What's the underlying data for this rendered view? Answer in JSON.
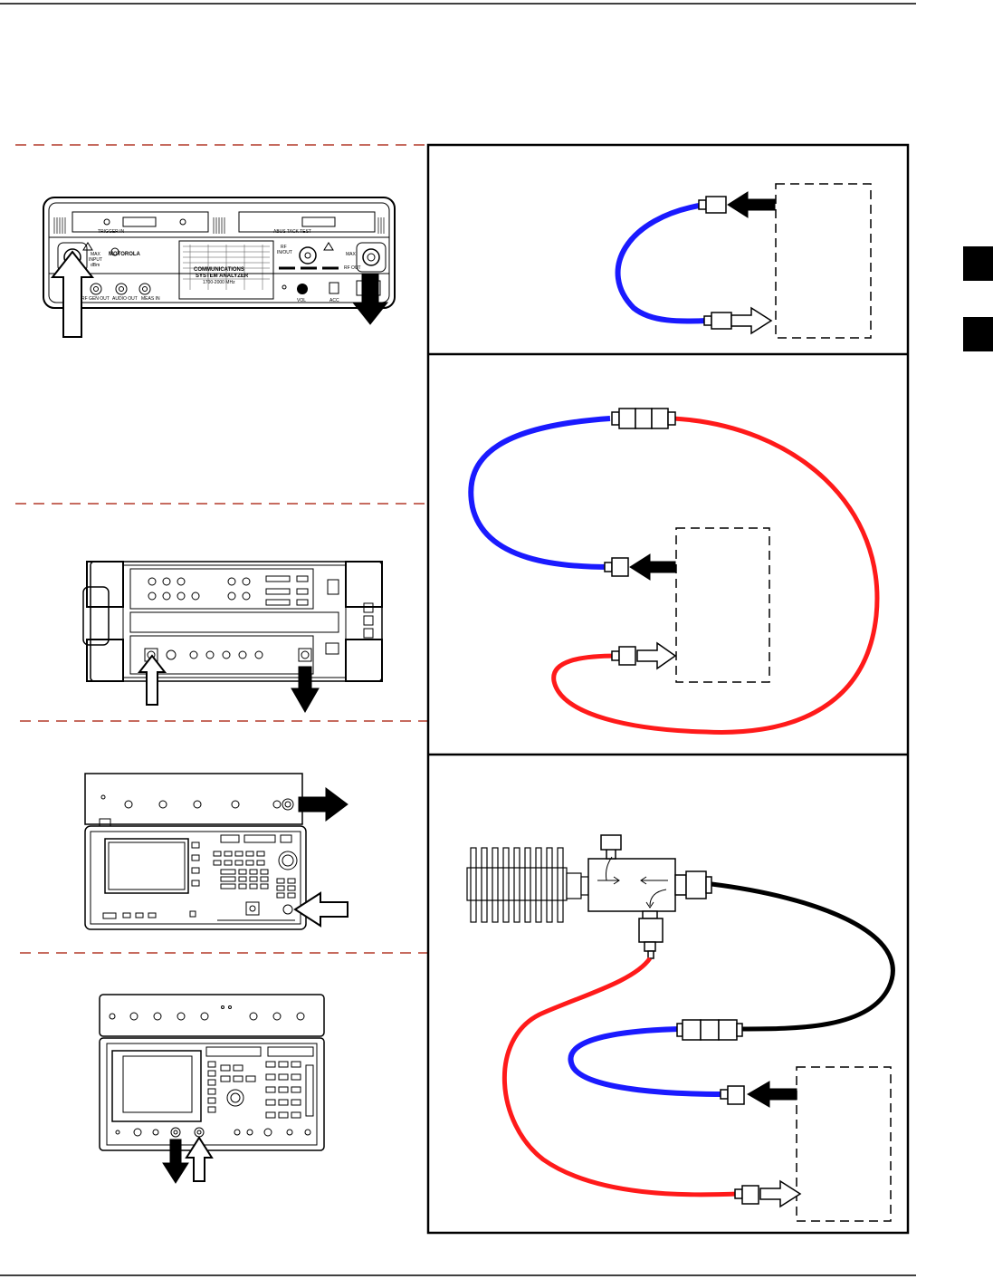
{
  "page": {
    "side_tabs": [
      {
        "id": "tab-upper",
        "label": ""
      },
      {
        "id": "tab-lower",
        "label": ""
      }
    ]
  },
  "instruments": {
    "cdma_analyzer": {
      "brand": "MOTOROLA",
      "model_text": "COMMUNICATIONS SYSTEM ANALYZER",
      "freq_range": "1700-2000 MHz",
      "labels": [
        "TRIGGER IN",
        "MAX INPUT dBm",
        "RF IN/OUT",
        "AUDIO OUT",
        "MEAS IN",
        "RF GEN OUT",
        "VOL",
        "ACC",
        "ABUS TACK TEST",
        "MAX INPUT",
        "RF OUT"
      ]
    }
  },
  "colors": {
    "cable_tx": "#1a1aff",
    "cable_rx": "#ff1a1a",
    "cable_high_power": "#000000",
    "frame": "#000000",
    "dash_rule": "#b33a2a"
  }
}
